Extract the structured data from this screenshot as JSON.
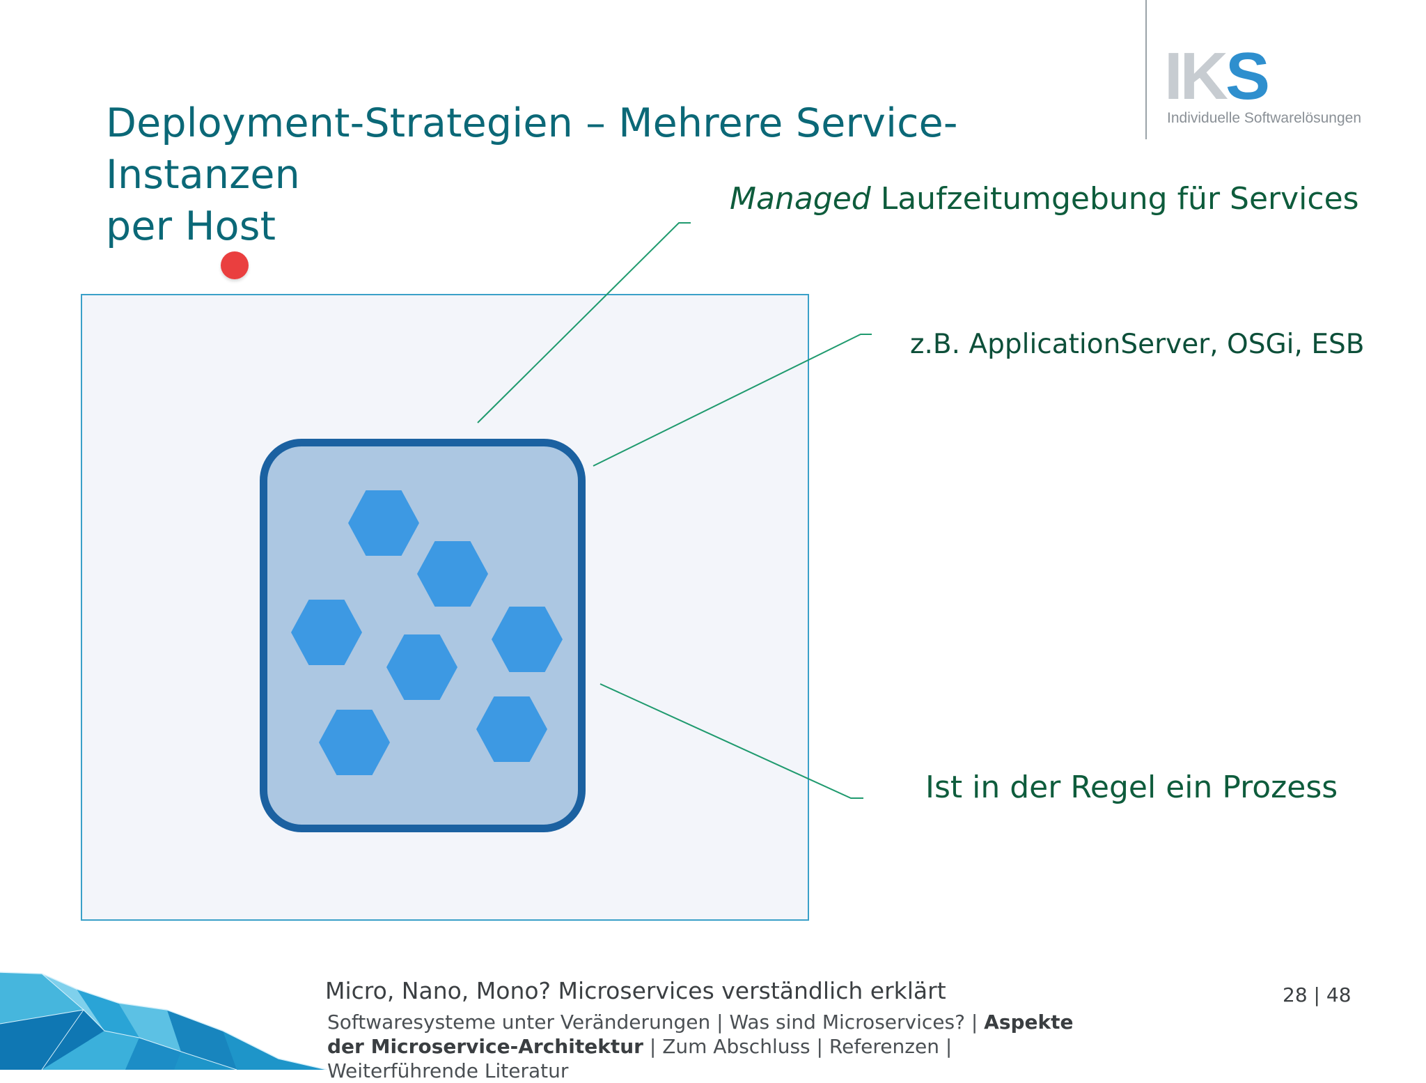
{
  "slide": {
    "title_line1": "Deployment-Strategien – Mehrere Service-Instanzen",
    "title_line2": "per Host"
  },
  "logo": {
    "mark_i": "I",
    "mark_k": "K",
    "mark_s": "S",
    "tagline": "Individuelle Softwarelösungen"
  },
  "annotations": {
    "managed_emphasis": "Managed",
    "managed_rest": " Laufzeitumgebung für Services",
    "examples": "z.B. ApplicationServer, OSGi, ESB",
    "process": "Ist in der Regel ein Prozess"
  },
  "colors": {
    "title": "#0b6877",
    "host_border": "#3aa0c8",
    "container_border": "#1b61a1",
    "container_fill": "#acc7e2",
    "service_hex": "#3d99e3",
    "connector_line": "#1f9a6e",
    "marker_dot": "#ea3f3f"
  },
  "footer": {
    "presentation_title": "Micro, Nano, Mono? Microservices verständlich erklärt",
    "nav": [
      {
        "label": "Softwaresysteme unter Veränderungen",
        "active": false
      },
      {
        "label": "Was sind Microservices?",
        "active": false
      },
      {
        "label": "Aspekte der Microservice-Architektur",
        "active": true
      },
      {
        "label": "Zum Abschluss",
        "active": false
      },
      {
        "label": "Referenzen",
        "active": false
      },
      {
        "label": "Weiterführende Literatur",
        "active": false
      }
    ],
    "separator": " | ",
    "page_current": "28",
    "page_total": "48",
    "page_separator": " | "
  }
}
